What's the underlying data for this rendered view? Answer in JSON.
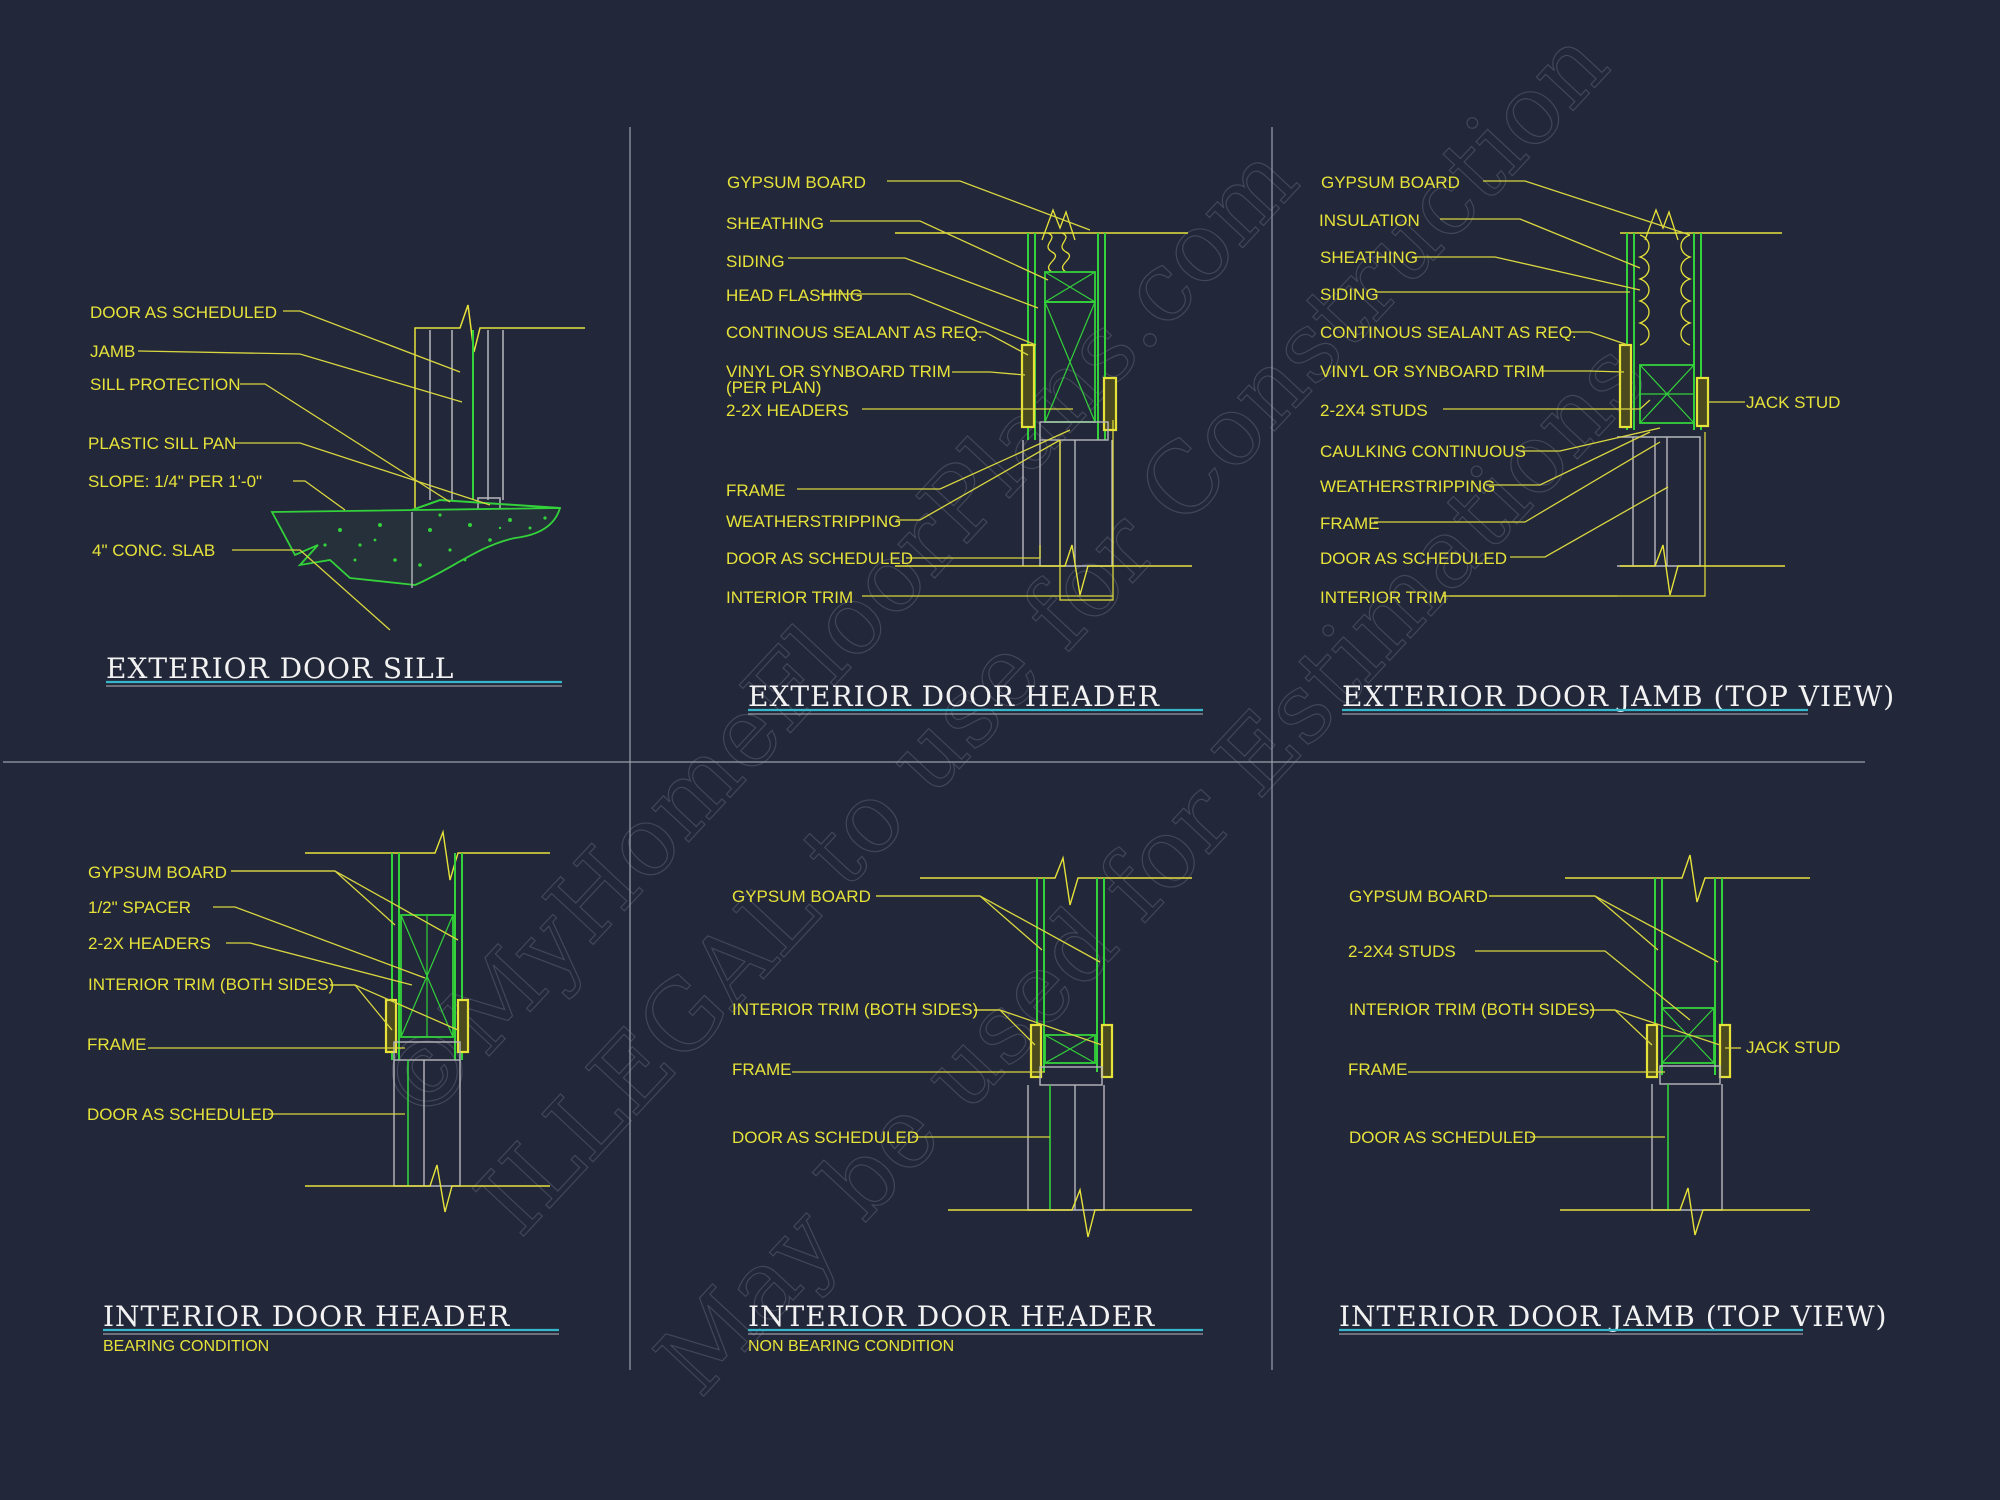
{
  "sheet": {
    "colors": {
      "background": "#222739",
      "label": "#e6e23a",
      "leader": "#d9d640",
      "wood": "#33d13a",
      "frame": "#b8b8bd",
      "title": "#f2f2f2",
      "underline": "#35b6c9"
    }
  },
  "details": [
    {
      "title": "EXTERIOR DOOR SILL",
      "subtitle": "",
      "labels": [
        "DOOR AS SCHEDULED",
        "JAMB",
        "SILL PROTECTION",
        "PLASTIC SILL PAN",
        "SLOPE: 1/4\" PER 1'-0\"",
        "4\" CONC. SLAB"
      ]
    },
    {
      "title": "EXTERIOR DOOR HEADER",
      "subtitle": "",
      "labels": [
        "GYPSUM BOARD",
        "SHEATHING",
        "SIDING",
        "HEAD FLASHING",
        "CONTINOUS SEALANT AS REQ.",
        "VINYL OR SYNBOARD TRIM",
        "(PER PLAN)",
        "2-2X HEADERS",
        "FRAME",
        "WEATHERSTRIPPING",
        "DOOR AS SCHEDULED",
        "INTERIOR TRIM"
      ]
    },
    {
      "title": "EXTERIOR DOOR JAMB (TOP VIEW)",
      "subtitle": "",
      "labels": [
        "GYPSUM BOARD",
        "INSULATION",
        "SHEATHING",
        "SIDING",
        "CONTINOUS SEALANT AS REQ.",
        "VINYL OR SYNBOARD TRIM",
        "2-2X4 STUDS",
        "JACK STUD",
        "CAULKING CONTINUOUS",
        "WEATHERSTRIPPING",
        "FRAME",
        "DOOR AS SCHEDULED",
        "INTERIOR TRIM"
      ]
    },
    {
      "title": "INTERIOR DOOR HEADER",
      "subtitle": "BEARING CONDITION",
      "labels": [
        "GYPSUM BOARD",
        "1/2\" SPACER",
        "2-2X HEADERS",
        "INTERIOR TRIM (BOTH SIDES)",
        "FRAME",
        "DOOR AS SCHEDULED"
      ]
    },
    {
      "title": "INTERIOR DOOR HEADER",
      "subtitle": "NON BEARING CONDITION",
      "labels": [
        "GYPSUM BOARD",
        "INTERIOR TRIM (BOTH SIDES)",
        "FRAME",
        "DOOR AS SCHEDULED"
      ]
    },
    {
      "title": "INTERIOR DOOR JAMB (TOP VIEW)",
      "subtitle": "",
      "labels": [
        "GYPSUM BOARD",
        "2-2X4 STUDS",
        "INTERIOR TRIM (BOTH SIDES)",
        "JACK STUD",
        "FRAME",
        "DOOR AS SCHEDULED"
      ]
    }
  ],
  "watermark": {
    "line1": "©MyHomeFloorPlans.com",
    "line2": "ILLEGAL to use for Construction",
    "line3": "May be used for Estimations"
  }
}
